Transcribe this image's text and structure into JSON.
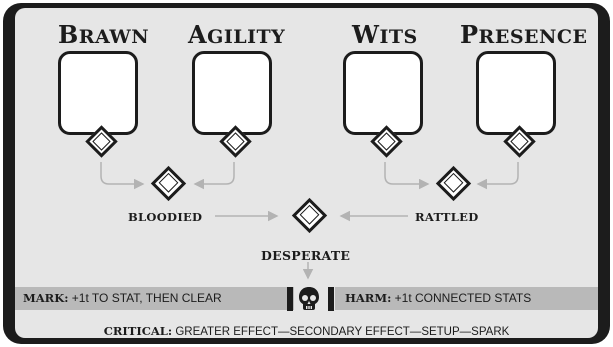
{
  "stats": [
    {
      "name": "Brawn"
    },
    {
      "name": "Agility"
    },
    {
      "name": "Wits"
    },
    {
      "name": "Presence"
    }
  ],
  "conditions": {
    "bloodied": "BLOODIED",
    "rattled": "RATTLED",
    "desperate": "DESPERATE"
  },
  "mark_rule": {
    "label": "MARK:",
    "text": " +1t TO STAT, THEN CLEAR"
  },
  "harm_rule": {
    "label": "HARM:",
    "text": " +1t CONNECTED STATS"
  },
  "critical_rule": {
    "label": "CRITICAL:",
    "text": " GREATER EFFECT—SECONDARY EFFECT—SETUP—SPARK"
  },
  "icons": {
    "death": "skull-icon"
  },
  "colors": {
    "ink": "#1c1c1c",
    "panel": "#e6e6e6",
    "strip": "#b9b9b9",
    "arrow": "#b3b3b3"
  }
}
